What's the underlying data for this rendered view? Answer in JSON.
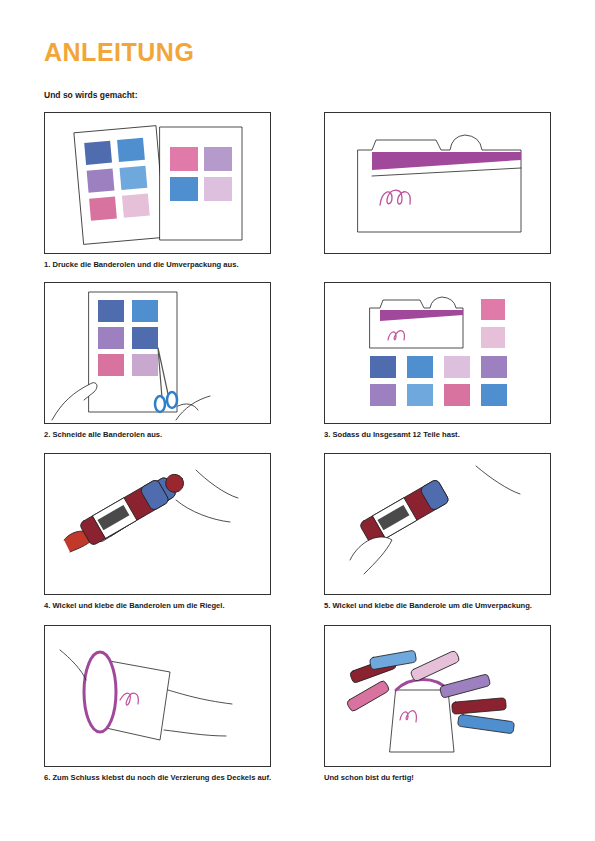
{
  "diagram": {
    "title": "ANLEITUNG",
    "nodes": [
      {
        "text": [
          "1. Drucke die Banderolen und die Umverpackung aus."
        ]
      },
      {
        "text": [
          ""
        ]
      },
      {
        "text": [
          "2. Schneide alle Banderolen aus."
        ]
      },
      {
        "text": [
          "3. Sodass du Insgesamt 12 Teile hast."
        ]
      },
      {
        "text": [
          "4. Wickel und klebe die Banderolen um die Riegel."
        ]
      },
      {
        "text": [
          "5. Wickel und klebe die Banderole um die Umverpackung."
        ]
      },
      {
        "text": [
          "6. Zum Schluss klebst du noch die Verzierung des Deckels auf."
        ]
      },
      {
        "text": [
          "Und schon bist du fertig!"
        ]
      }
    ],
    "labels": [
      "Und so wirds gemacht:"
    ]
  }
}
